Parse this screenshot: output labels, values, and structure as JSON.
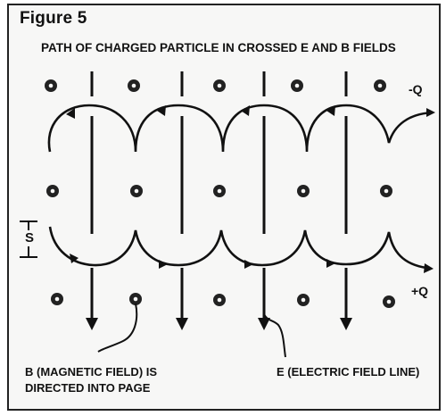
{
  "figure": {
    "label": "Figure 5",
    "title": "PATH OF CHARGED PARTICLE IN CROSSED E AND B FIELDS"
  },
  "plates": {
    "negative": "-Q",
    "positive": "+Q"
  },
  "spacing_label": "S",
  "captions": {
    "magnetic": "B (MAGNETIC FIELD) IS\nDIRECTED INTO PAGE",
    "electric": "E (ELECTRIC FIELD LINE)"
  }
}
